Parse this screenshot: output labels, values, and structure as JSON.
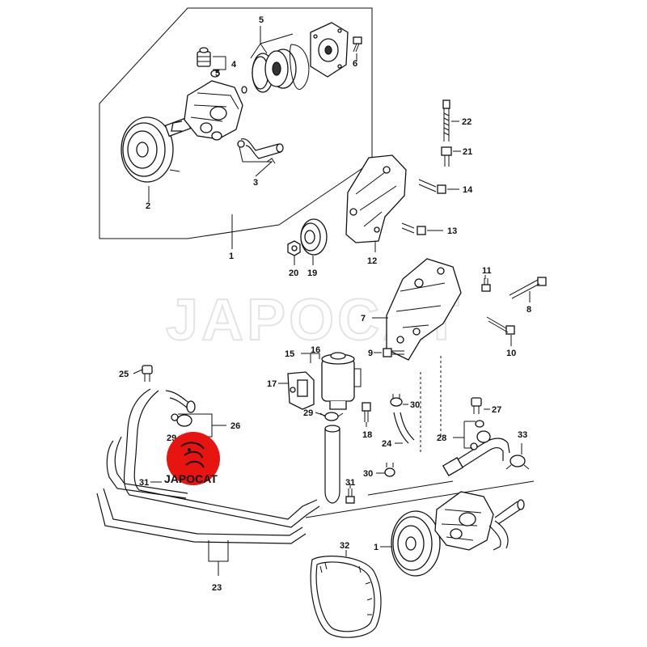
{
  "diagram": {
    "watermark": "JAPOCAT",
    "logo_text": "JAPOCAT",
    "colors": {
      "line": "#111111",
      "logo": "#e8140f",
      "watermark": "#e4e4e4"
    },
    "callouts": {
      "c1_top": "1",
      "c1_bottom": "1",
      "c2": "2",
      "c3": "3",
      "c4": "4",
      "c5_top": "5",
      "c5_small": "5",
      "c6": "6",
      "c7": "7",
      "c8": "8",
      "c9": "9",
      "c10": "10",
      "c11": "11",
      "c12": "12",
      "c13": "13",
      "c14": "14",
      "c15": "15",
      "c16": "16",
      "c17": "17",
      "c18": "18",
      "c19": "19",
      "c20": "20",
      "c21": "21",
      "c22": "22",
      "c23": "23",
      "c24": "24",
      "c25": "25",
      "c26": "26",
      "c27": "27",
      "c28": "28",
      "c29_upper": "29",
      "c29_lower": "29",
      "c30_upper": "30",
      "c30_lower": "30",
      "c31_left": "31",
      "c31_mid": "31",
      "c32": "32",
      "c33": "33"
    }
  }
}
